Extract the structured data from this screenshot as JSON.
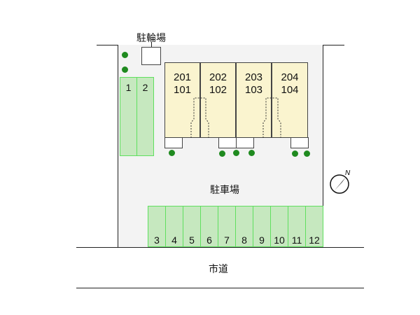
{
  "labels": {
    "bicycle_parking": "駐輪場",
    "parking_lot": "駐車場",
    "city_road": "市道"
  },
  "compass": {
    "label": "N"
  },
  "units": [
    {
      "upper": "201",
      "lower": "101"
    },
    {
      "upper": "202",
      "lower": "102"
    },
    {
      "upper": "203",
      "lower": "103"
    },
    {
      "upper": "204",
      "lower": "104"
    }
  ],
  "side_spaces": [
    "1",
    "2"
  ],
  "bottom_spaces": [
    "3",
    "4",
    "5",
    "6",
    "7",
    "8",
    "9",
    "10",
    "11",
    "12"
  ],
  "colors": {
    "space_fill": "#c6e8bf",
    "space_border": "#5fe05f",
    "building": "#faf4cf",
    "tree": "#1f8a1f",
    "lot": "#f3f3f3"
  }
}
